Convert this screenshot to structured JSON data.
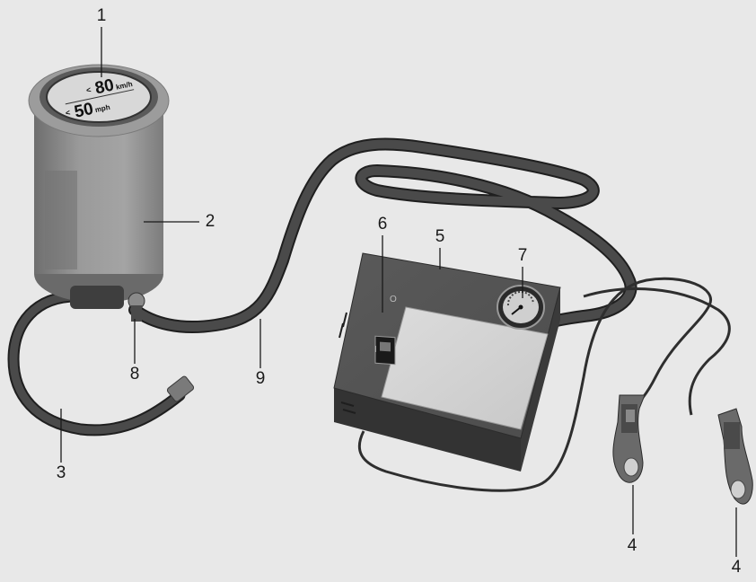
{
  "sticker": {
    "upper_prefix": "<",
    "upper_value": "80",
    "upper_unit": "km/h",
    "lower_prefix": "<",
    "lower_value": "50",
    "lower_unit": "mph"
  },
  "callouts": [
    {
      "id": "c1",
      "label": "1"
    },
    {
      "id": "c2",
      "label": "2"
    },
    {
      "id": "c3",
      "label": "3"
    },
    {
      "id": "c4a",
      "label": "4"
    },
    {
      "id": "c4b",
      "label": "4"
    },
    {
      "id": "c5",
      "label": "5"
    },
    {
      "id": "c6",
      "label": "6"
    },
    {
      "id": "c7",
      "label": "7"
    },
    {
      "id": "c8",
      "label": "8"
    },
    {
      "id": "c9",
      "label": "9"
    }
  ],
  "switch_marks": {
    "on": "I",
    "off": "O"
  },
  "colors": {
    "background": "#e8e8e8",
    "hose": "#3a3a3a",
    "compressor": "#4a4a4a",
    "bottle": "#8a8a8a"
  }
}
